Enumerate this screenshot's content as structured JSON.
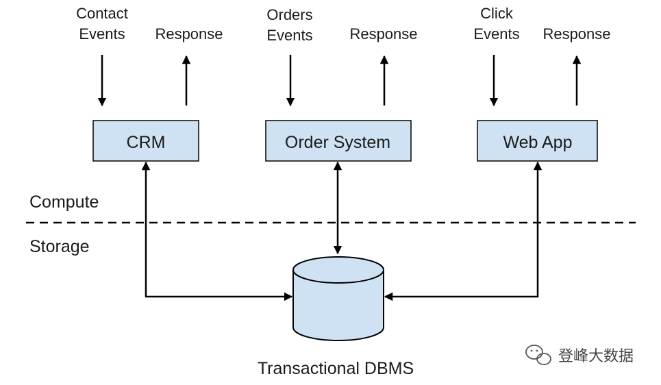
{
  "colors": {
    "box_fill": "#cfe2f3",
    "stroke": "#000000",
    "text": "#1a1a1a"
  },
  "systems": [
    {
      "name": "CRM",
      "input_line1": "Contact",
      "input_line2": "Events",
      "output": "Response"
    },
    {
      "name": "Order System",
      "input_line1": "Orders",
      "input_line2": "Events",
      "output": "Response"
    },
    {
      "name": "Web App",
      "input_line1": "Click",
      "input_line2": "Events",
      "output": "Response"
    }
  ],
  "layers": {
    "upper": "Compute",
    "lower": "Storage"
  },
  "database": {
    "label": "Transactional DBMS"
  },
  "watermark": {
    "icon": "wechat-icon",
    "text": "登峰大数据"
  }
}
